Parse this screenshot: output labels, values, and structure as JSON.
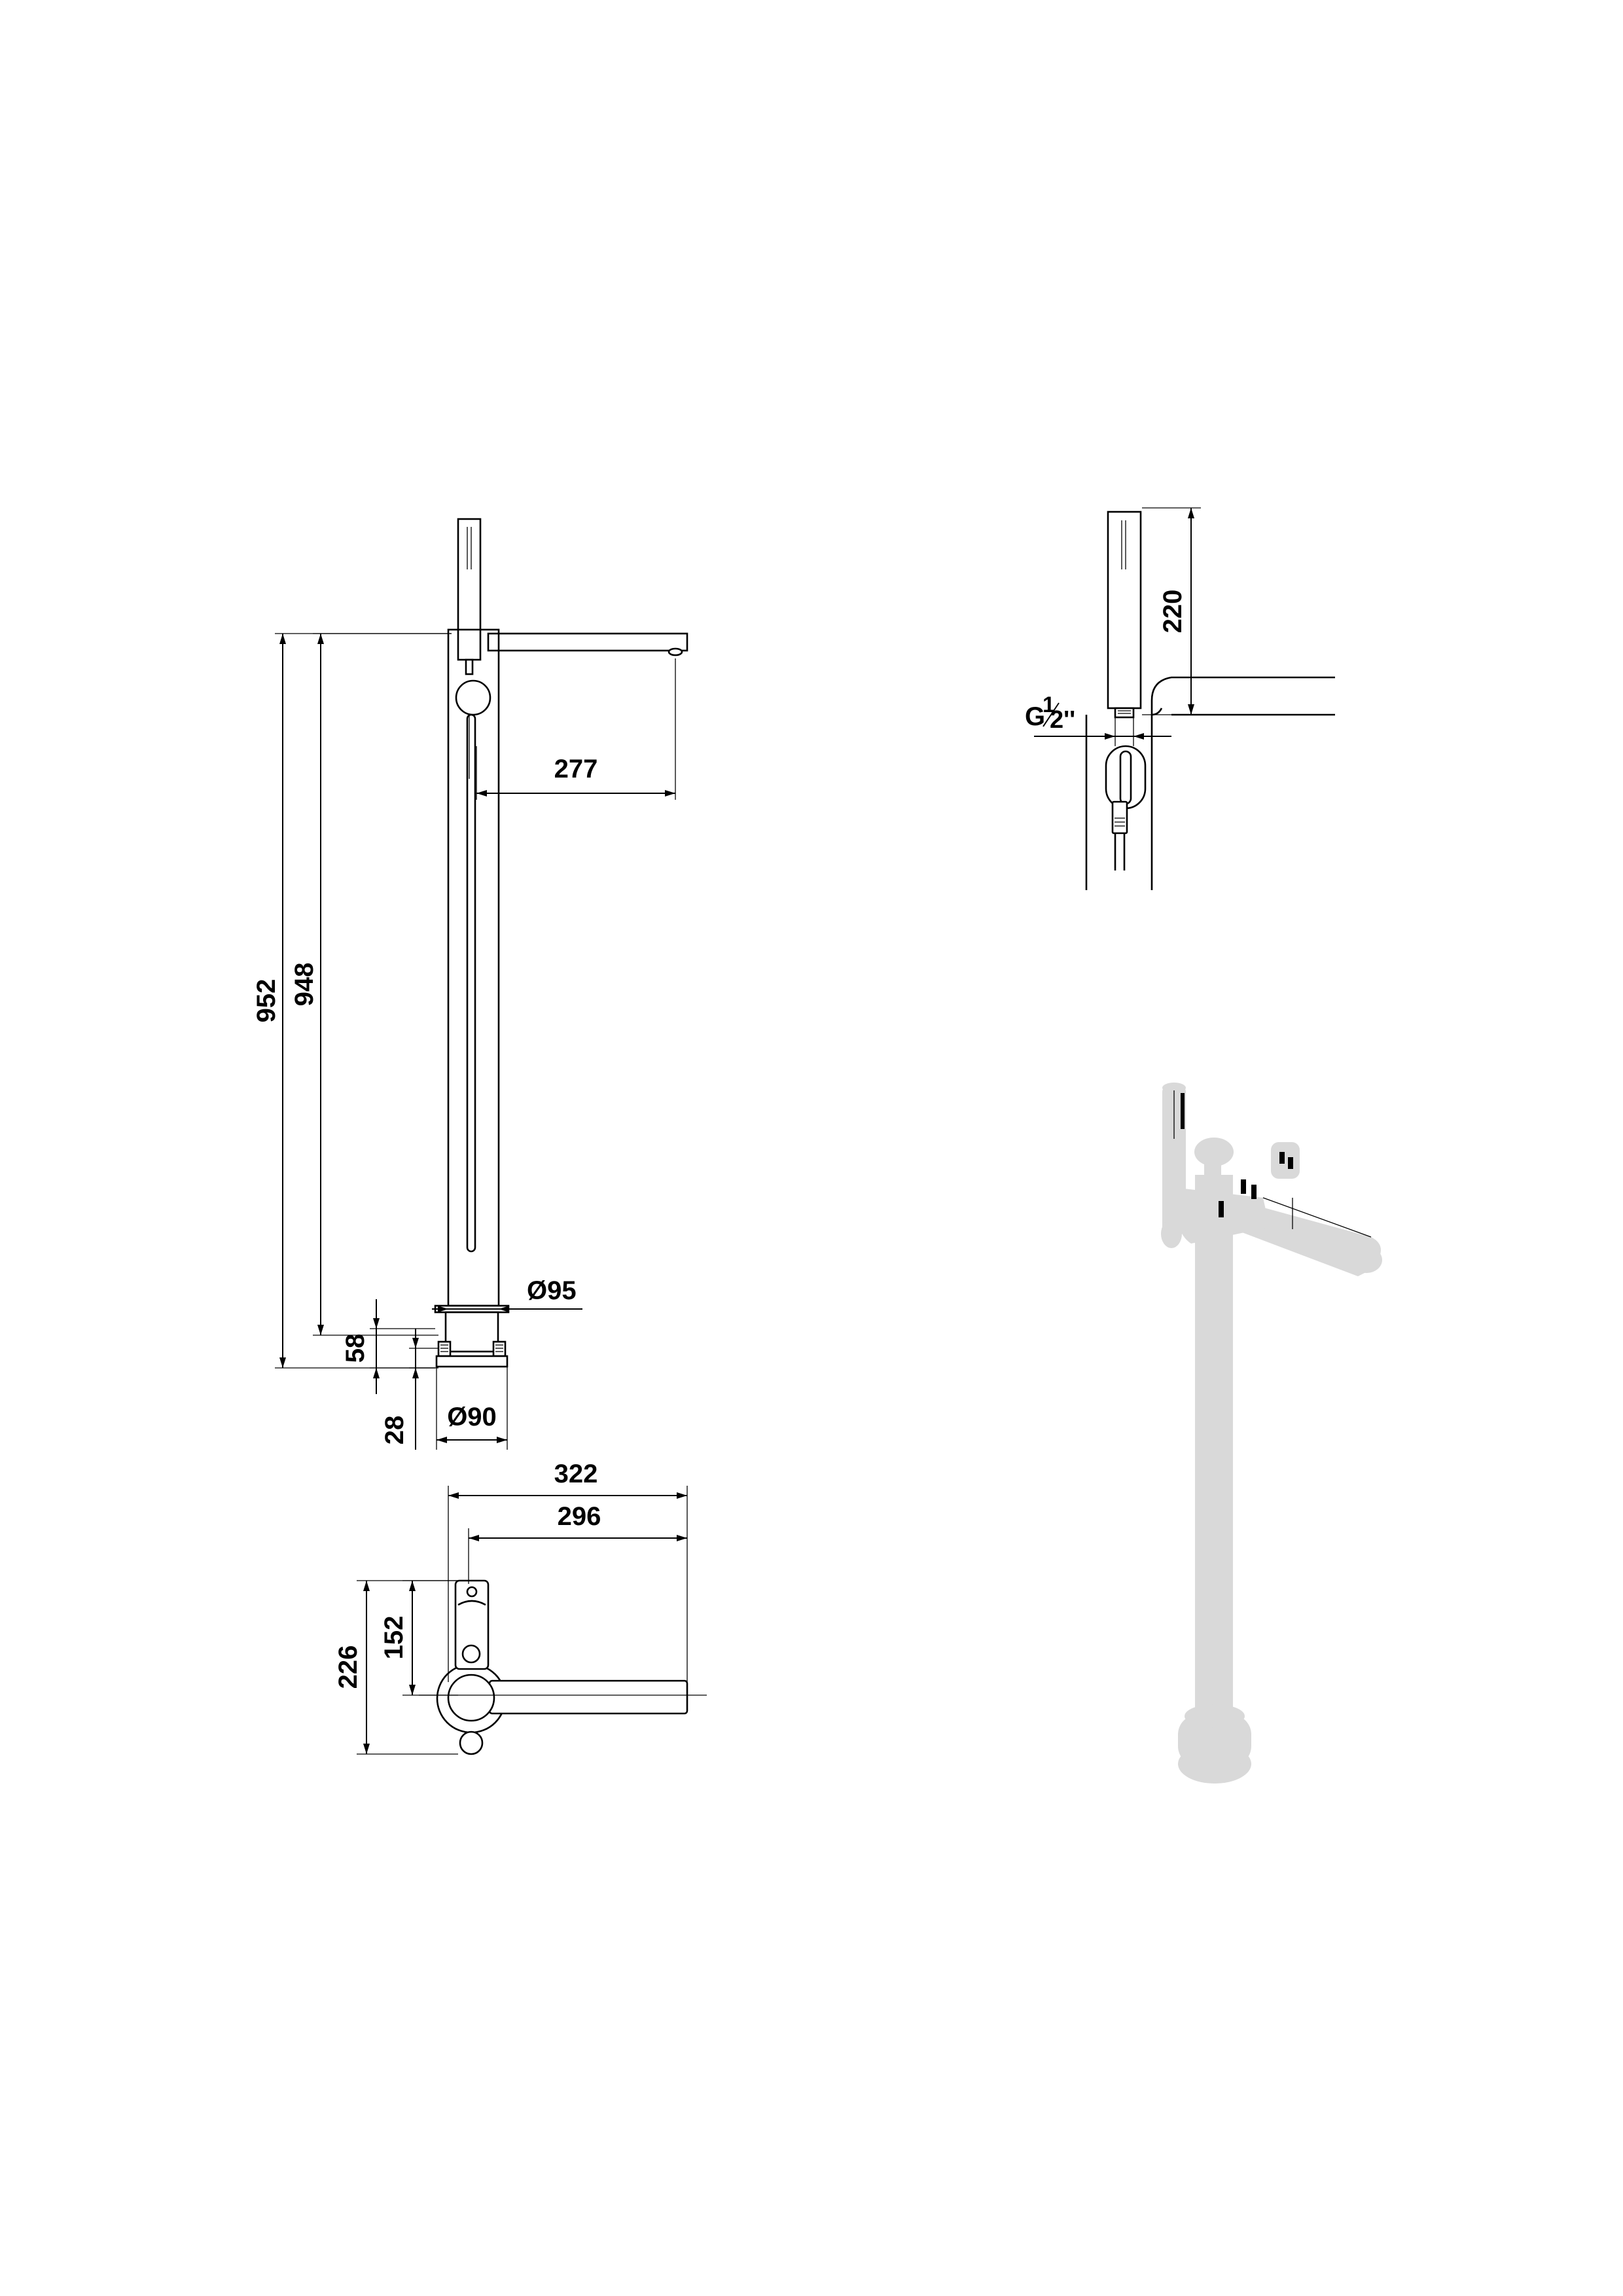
{
  "colors": {
    "line": "#000000",
    "render_fill": "#d9d9d9",
    "background": "#ffffff"
  },
  "front_view": {
    "spout_reach": "277",
    "overall_height": "952",
    "spout_height": "948",
    "column_diameter": "Ø95",
    "base_height": "58",
    "floor_plate_height": "28",
    "base_diameter": "Ø90"
  },
  "top_view": {
    "overall_length": "322",
    "spout_length": "296",
    "overall_depth": "226",
    "handle_depth": "152"
  },
  "detail_view": {
    "handshower_length": "220",
    "thread_prefix": "G",
    "thread_numerator": "1",
    "thread_denominator": "2''"
  }
}
